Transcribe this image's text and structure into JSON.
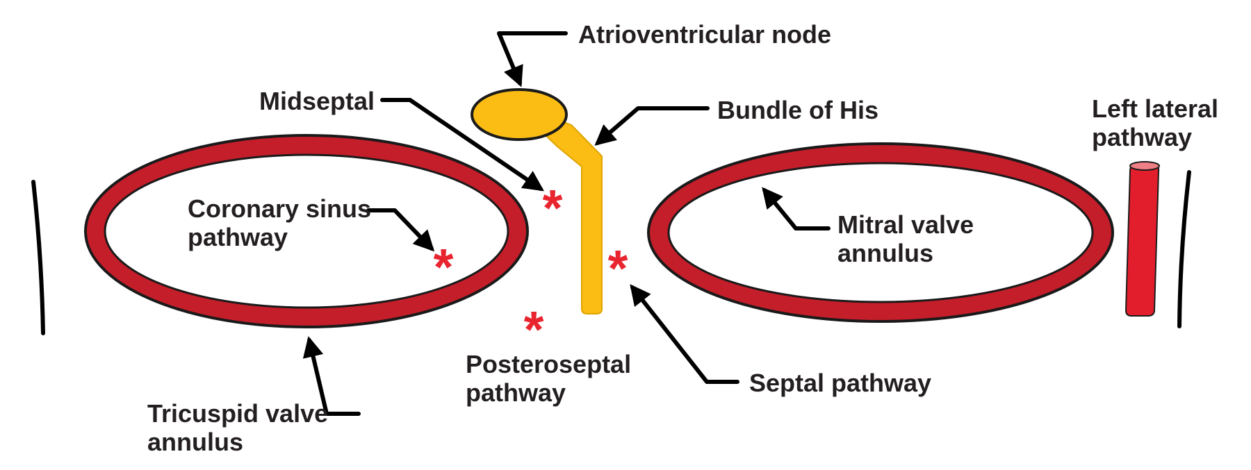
{
  "colors": {
    "annulus_red": "#c41e2a",
    "annulus_outline": "#1a1a1a",
    "conduction_yellow": "#fbbc14",
    "pathway_marker_red": "#e8242f",
    "arrow_black": "#000000",
    "label_text": "#231f20"
  },
  "labels": {
    "av_node": "Atrioventricular node",
    "midseptal": "Midseptal",
    "bundle_of_his": "Bundle of His",
    "left_lateral": [
      "Left lateral",
      "pathway"
    ],
    "coronary_sinus": [
      "Coronary sinus",
      "pathway"
    ],
    "mitral_annulus": [
      "Mitral valve",
      "annulus"
    ],
    "posteroseptal": [
      "Posteroseptal",
      "pathway"
    ],
    "septal": "Septal pathway",
    "tricuspid_annulus": [
      "Tricuspid valve",
      "annulus"
    ]
  },
  "markers": {
    "symbol": "*"
  },
  "icons": {
    "pathway_marker": "asterisk-icon",
    "pointer": "arrow-icon"
  }
}
